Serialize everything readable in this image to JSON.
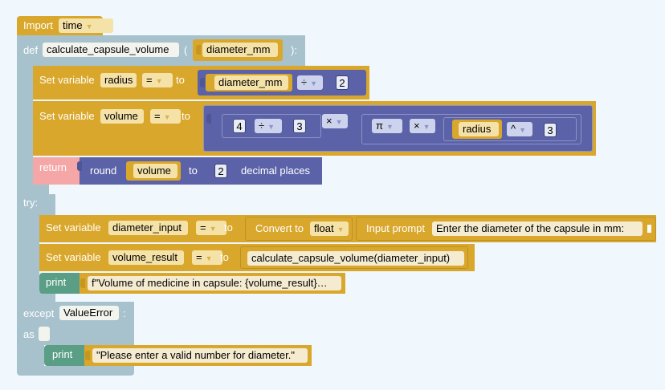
{
  "import_block": {
    "keyword": "Import",
    "module": "time"
  },
  "def_block": {
    "keyword": "def",
    "name": "calculate_capsule_volume",
    "open_paren": "(",
    "param": "diameter_mm",
    "close": "):"
  },
  "set_radius": {
    "label": "Set variable",
    "var": "radius",
    "op": "=",
    "to": "to",
    "param": "diameter_mm",
    "div": "÷",
    "num": "2"
  },
  "set_volume": {
    "label": "Set variable",
    "var": "volume",
    "op": "=",
    "to": "to",
    "n1": "4",
    "div": "÷",
    "n2": "3",
    "mul1": "×",
    "pi": "π",
    "mul2": "×",
    "radius": "radius",
    "pow": "^",
    "n3": "3"
  },
  "return_block": {
    "keyword": "return",
    "round": "round",
    "var": "volume",
    "to": "to",
    "digits": "2",
    "suffix": "decimal places"
  },
  "try_block": {
    "keyword": "try:"
  },
  "set_diameter_input": {
    "label": "Set variable",
    "var": "diameter_input",
    "op": "=",
    "to": "to",
    "convert": "Convert to",
    "type": "float",
    "prompt_label": "Input prompt",
    "prompt_text": "Enter the diameter of the capsule in mm:"
  },
  "set_volume_result": {
    "label": "Set variable",
    "var": "volume_result",
    "op": "=",
    "to": "to",
    "call": "calculate_capsule_volume(diameter_input)"
  },
  "print1": {
    "keyword": "print",
    "text": "f\"Volume of medicine in capsule: {volume_result}…"
  },
  "except_block": {
    "keyword": "except",
    "error": "ValueError",
    "colon": ":",
    "as": "as"
  },
  "print2": {
    "keyword": "print",
    "text": "\"Please enter a valid number for diameter.\""
  },
  "colors": {
    "background": "#f0f8fd",
    "variable": "#d9a72b",
    "math": "#5b62a8",
    "control": "#a7c2cd",
    "print": "#5a9e86",
    "return": "#f5a7a7"
  }
}
